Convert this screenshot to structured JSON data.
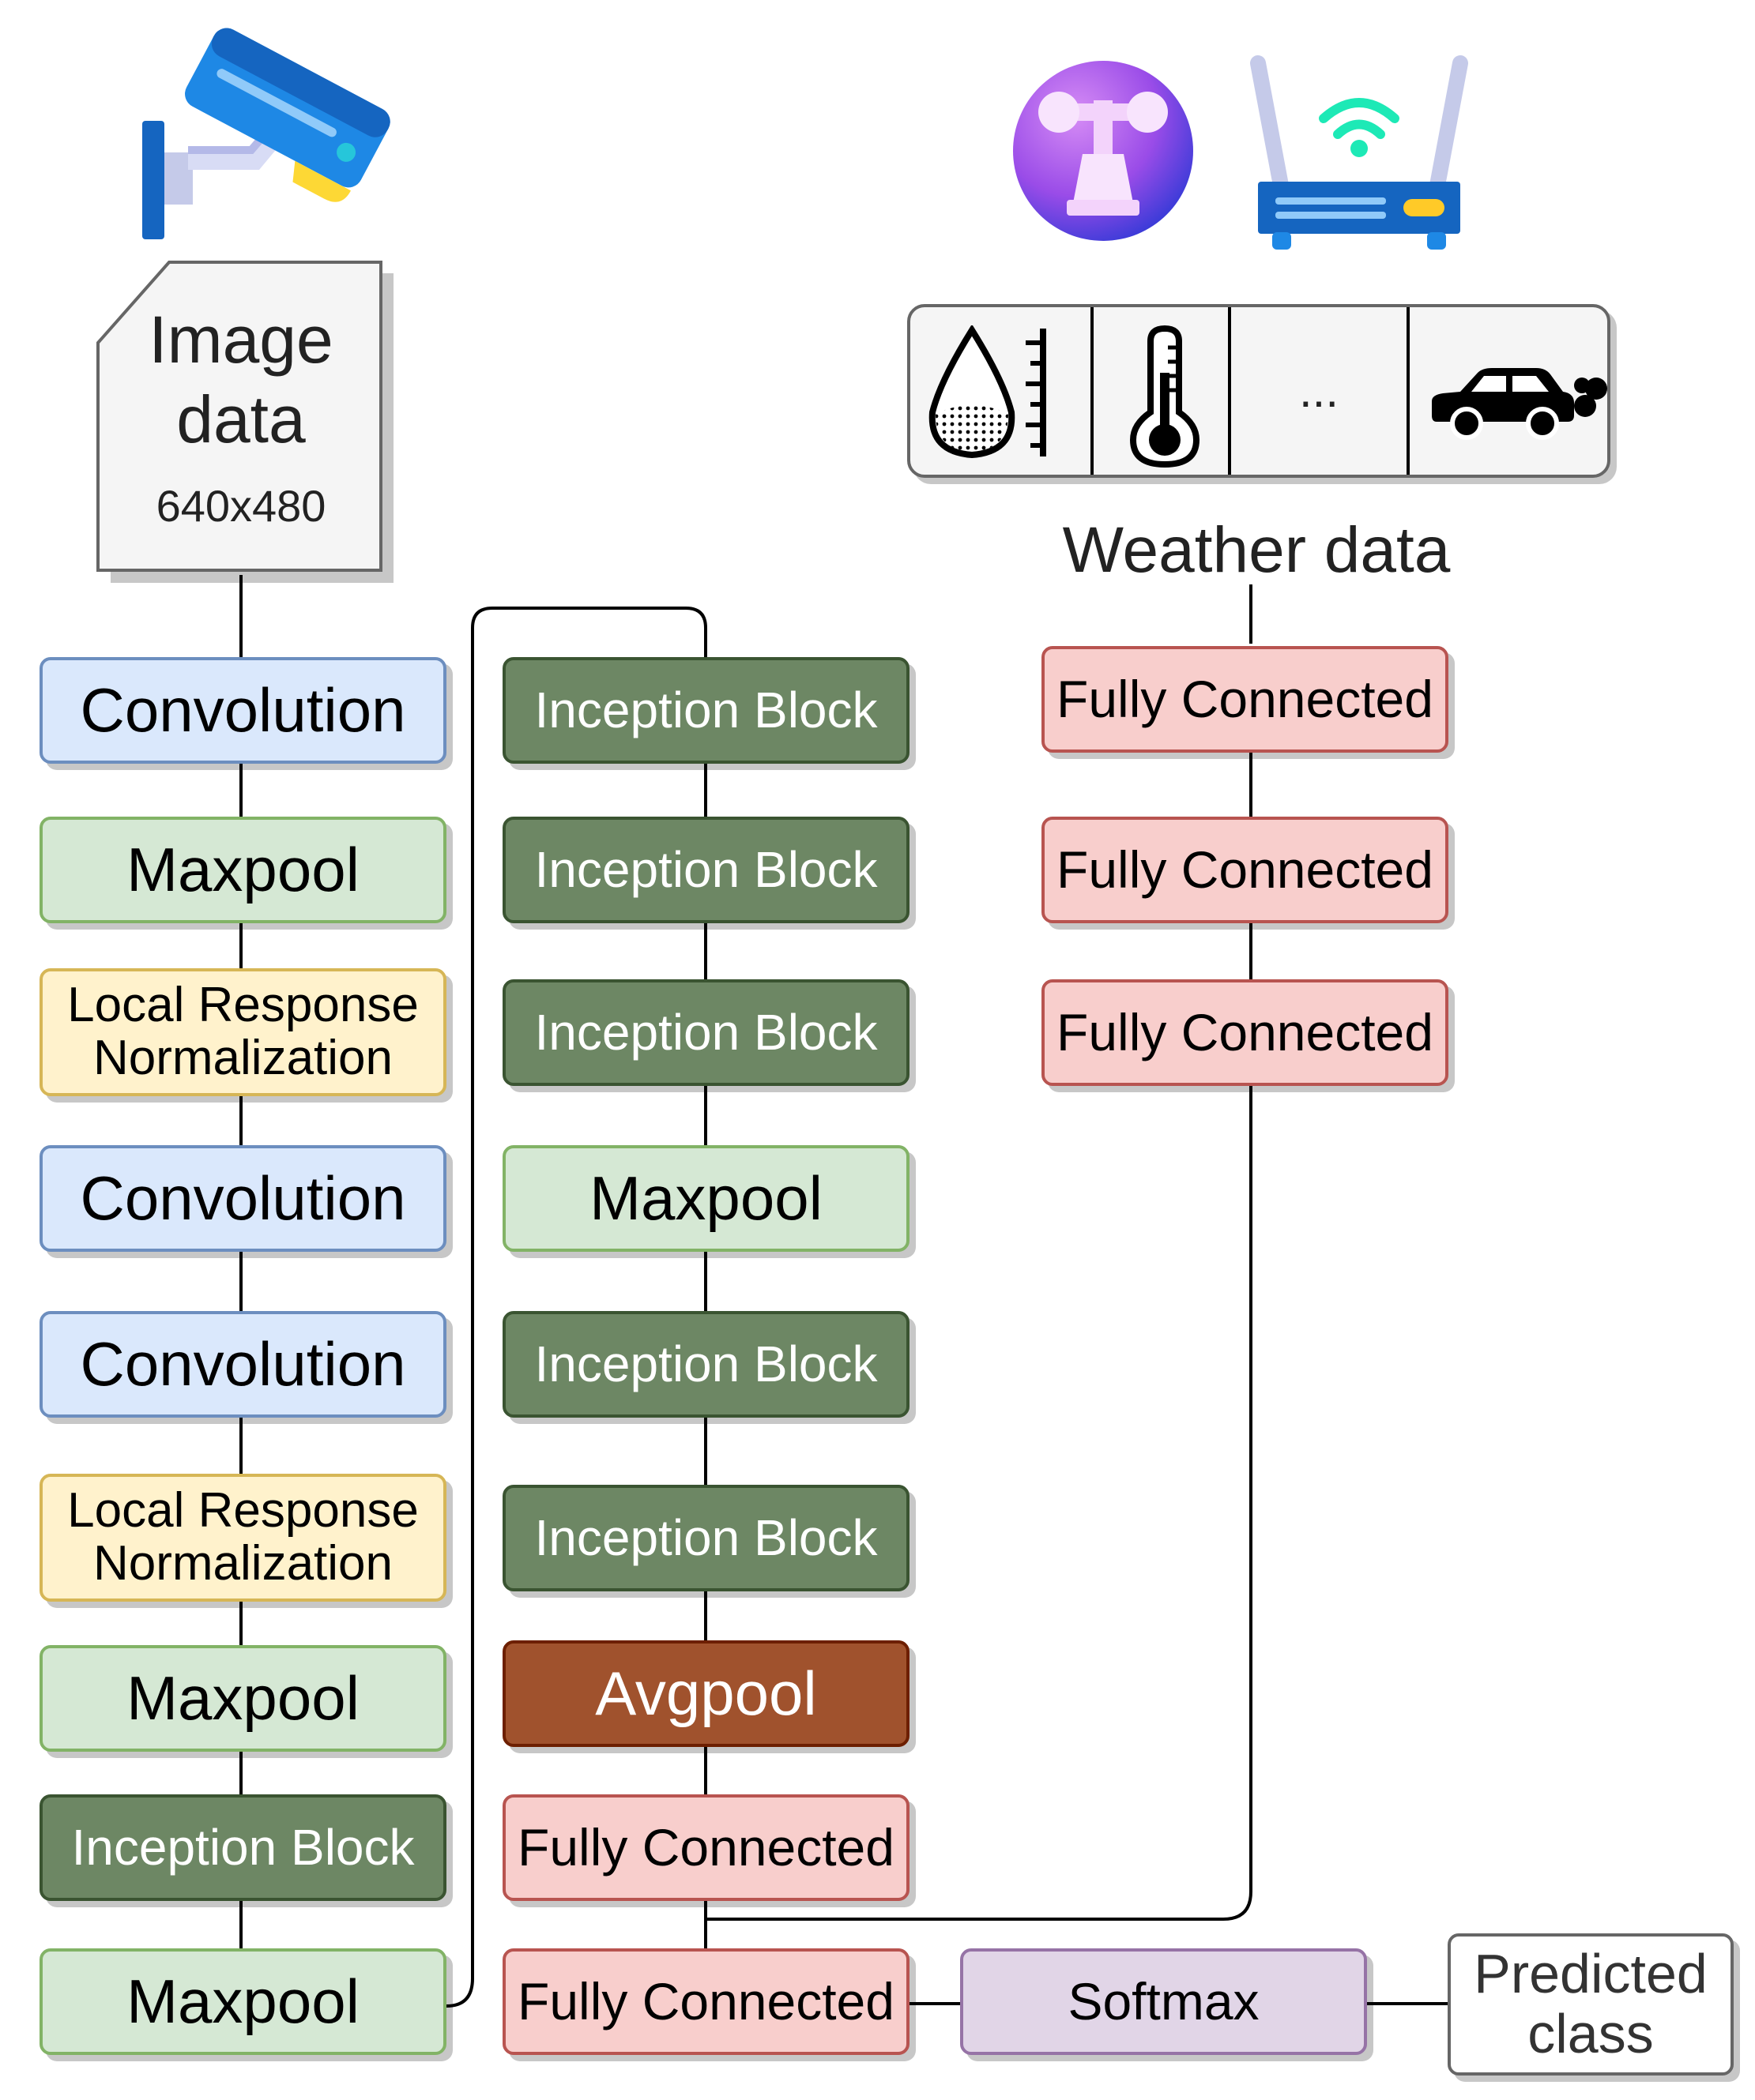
{
  "image_input": {
    "title_line1": "Image",
    "title_line2": "data",
    "resolution": "640x480"
  },
  "weather_input": {
    "label": "Weather data",
    "ellipsis": "..."
  },
  "left_column": [
    "Convolution",
    "Maxpool",
    "Local Response Normalization",
    "Convolution",
    "Convolution",
    "Local Response Normalization",
    "Maxpool",
    "Inception Block",
    "Maxpool"
  ],
  "middle_column": [
    "Inception Block",
    "Inception Block",
    "Inception Block",
    "Maxpool",
    "Inception Block",
    "Inception Block",
    "Avgpool",
    "Fully Connected",
    "Fully Connected"
  ],
  "weather_column": [
    "Fully Connected",
    "Fully Connected",
    "Fully Connected"
  ],
  "output": {
    "softmax": "Softmax",
    "predicted": "Predicted class"
  },
  "icons": [
    "security-camera-icon",
    "anemometer-icon",
    "wifi-router-icon",
    "raindrop-gauge-icon",
    "thermometer-icon",
    "car-exhaust-icon"
  ],
  "colors": {
    "convolution": "#dae8fc",
    "maxpool": "#d5e8d4",
    "normalization": "#fff2cc",
    "inception": "#6d8764",
    "avgpool": "#a0522d",
    "fully_connected": "#f8cecc",
    "softmax": "#e1d5e7"
  }
}
